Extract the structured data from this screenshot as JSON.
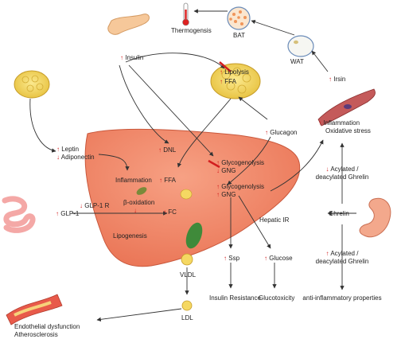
{
  "labels": {
    "insulin": "Insulin",
    "lipolysis": "Lipolysis",
    "ffa_top": "FFA",
    "thermogensis": "Thermogensis",
    "bat": "BAT",
    "wat": "WAT",
    "irsin": "Irsin",
    "inflammation_oxidative_1": "Inflammation",
    "inflammation_oxidative_2": "Oxidative stress",
    "glucagon": "Glucagon",
    "leptin": "Leptin",
    "adiponectin": "Adiponectin",
    "dnl": "DNL",
    "inflammation_liver": "Inflammation",
    "ffa_liver": "FFA",
    "beta_oxidation": "β-oxidation",
    "fc": "FC",
    "lipogenesis": "Lipogenesis",
    "glp1r": "GLP-1 R",
    "glp1": "GLP-1",
    "glycogenolysis_1": "Glycogenolysis",
    "gng_1": "GNG",
    "glycogenolysis_2": "Glycogenolysis",
    "gng_2": "GNG",
    "hepatic_ir": "Hepatic IR",
    "acylated_top_1": "Acylated /",
    "acylated_top_2": "deacylated Ghrelin",
    "ghrelin": "Ghrelin",
    "acylated_bottom_1": "Acylated /",
    "acylated_bottom_2": "deacylated Ghrelin",
    "anti_inflammatory": "anti-inflammatory properties",
    "ssp": "Ssp",
    "glucose": "Glucose",
    "insulin_resistance": "Insulin Resistance",
    "glucotoxicity": "Glucotoxicity",
    "vldl": "VLDL",
    "ldl": "LDL",
    "endothelial_1": "Endothelial dysfunction",
    "endothelial_2": "Atherosclerosis"
  },
  "arrows": {
    "up": "↑",
    "down": "↓"
  },
  "colors": {
    "liver": "#f28a6a",
    "fat": "#f5d862",
    "pancreas": "#f6c89a",
    "intestine": "#f4b0ae",
    "stomach": "#f3a88c",
    "bat": "#f7b27a",
    "wat": "#f3f3f0",
    "arrow": "#333333",
    "inhibit": "#d21f1f"
  }
}
